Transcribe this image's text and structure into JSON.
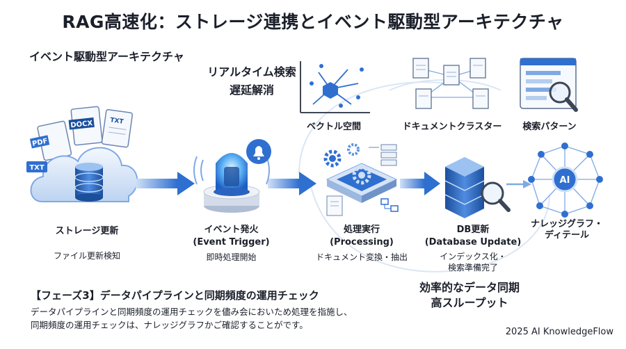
{
  "title": "RAG高速化：ストレージ連携とイベント駆動型アーキテクチャ",
  "subtitle": "イベント駆動型アーキテクチャ",
  "benefits": {
    "top_line1": "リアルタイム検索",
    "top_line2": "遅延解消",
    "bottom_line1": "効率的なデータ同期",
    "bottom_line2": "高スループット"
  },
  "files": [
    "PDF",
    "DOCX",
    "TXT",
    "TXT"
  ],
  "ai_label": "AI",
  "top_nodes": [
    {
      "label": "ベクトル空間"
    },
    {
      "label": "ドキュメントクラスター"
    },
    {
      "label": "検索パターン"
    }
  ],
  "steps": [
    {
      "title": "ストレージ更新",
      "title2": "",
      "desc": "ファイル更新検知",
      "desc2": ""
    },
    {
      "title": "イベント発火",
      "title2": "(Event Trigger)",
      "desc": "即時処理開始",
      "desc2": ""
    },
    {
      "title": "処理実行",
      "title2": "(Processing)",
      "desc": "ドキュメント変換・抽出",
      "desc2": ""
    },
    {
      "title": "DB更新",
      "title2": "(Database Update)",
      "desc": "インデックス化・",
      "desc2": "検索準備完了"
    },
    {
      "title": "ナレッジグラフ・",
      "title2": "ディテール",
      "desc": "",
      "desc2": ""
    }
  ],
  "phase": {
    "heading": "【フェーズ3】データパイプラインと同期頻度の運用チェック",
    "line1": "データパイプラインと同期頻度の運用チェックを儘み会においため処理を指施し、",
    "line2": "同期頻度の運用チェックは、ナレッジグラフかご確認することがです。"
  },
  "footer": "2025 AI KnowledgeFlow",
  "colors": {
    "accent": "#2f6fd0",
    "light": "#cfe0f7",
    "mid": "#7fa9e3",
    "dark": "#1b4f9c"
  }
}
